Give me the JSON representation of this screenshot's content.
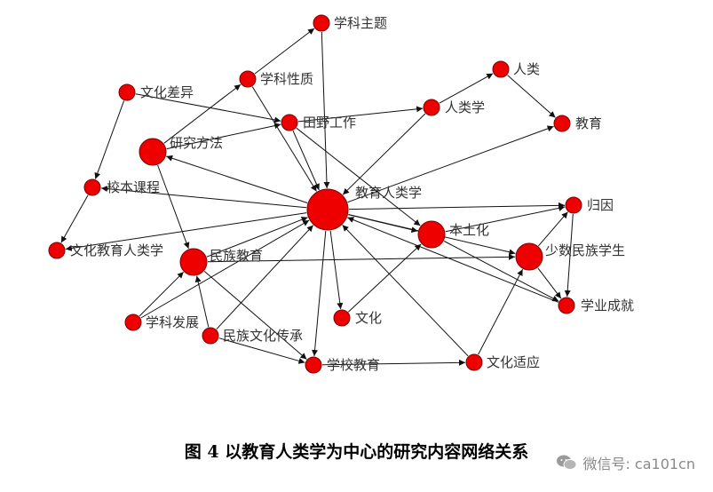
{
  "diagram": {
    "nodes": [
      {
        "id": "center",
        "label": "教育人类学",
        "size": "large"
      },
      {
        "id": "subject_topic",
        "label": "学科主题",
        "size": "small"
      },
      {
        "id": "subject_nature",
        "label": "学科性质",
        "size": "small"
      },
      {
        "id": "culture_diff",
        "label": "文化差异",
        "size": "small"
      },
      {
        "id": "field_work",
        "label": "田野工作",
        "size": "small"
      },
      {
        "id": "anthropology",
        "label": "人类学",
        "size": "small"
      },
      {
        "id": "human",
        "label": "人类",
        "size": "small"
      },
      {
        "id": "education",
        "label": "教育",
        "size": "small"
      },
      {
        "id": "research_method",
        "label": "研究方法",
        "size": "medium"
      },
      {
        "id": "school_curriculum",
        "label": "校本课程",
        "size": "small"
      },
      {
        "id": "attribution",
        "label": "归因",
        "size": "small"
      },
      {
        "id": "localization",
        "label": "本土化",
        "size": "medium"
      },
      {
        "id": "minority_students",
        "label": "少数民族学生",
        "size": "medium"
      },
      {
        "id": "culture_edu_anthro",
        "label": "文化教育人类学",
        "size": "small"
      },
      {
        "id": "ethnic_education",
        "label": "民族教育",
        "size": "medium"
      },
      {
        "id": "academic_achievement",
        "label": "学业成就",
        "size": "small"
      },
      {
        "id": "discipline_dev",
        "label": "学科发展",
        "size": "small"
      },
      {
        "id": "culture",
        "label": "文化",
        "size": "small"
      },
      {
        "id": "ethnic_culture_inherit",
        "label": "民族文化传承",
        "size": "small"
      },
      {
        "id": "school_education",
        "label": "学校教育",
        "size": "small"
      },
      {
        "id": "culture_adapt",
        "label": "文化适应",
        "size": "small"
      }
    ],
    "edges": [
      {
        "from": "subject_nature",
        "to": "subject_topic"
      },
      {
        "from": "subject_topic",
        "to": "center"
      },
      {
        "from": "subject_nature",
        "to": "center"
      },
      {
        "from": "research_method",
        "to": "subject_nature"
      },
      {
        "from": "culture_diff",
        "to": "field_work"
      },
      {
        "from": "culture_diff",
        "to": "school_curriculum"
      },
      {
        "from": "field_work",
        "to": "anthropology"
      },
      {
        "from": "field_work",
        "to": "center"
      },
      {
        "from": "research_method",
        "to": "field_work"
      },
      {
        "from": "field_work",
        "to": "localization"
      },
      {
        "from": "anthropology",
        "to": "human"
      },
      {
        "from": "anthropology",
        "to": "center"
      },
      {
        "from": "human",
        "to": "education"
      },
      {
        "from": "center",
        "to": "education"
      },
      {
        "from": "center",
        "to": "research_method"
      },
      {
        "from": "research_method",
        "to": "ethnic_education"
      },
      {
        "from": "center",
        "to": "school_curriculum"
      },
      {
        "from": "school_curriculum",
        "to": "culture_edu_anthro"
      },
      {
        "from": "center",
        "to": "attribution"
      },
      {
        "from": "center",
        "to": "localization"
      },
      {
        "from": "localization",
        "to": "attribution"
      },
      {
        "from": "localization",
        "to": "academic_achievement"
      },
      {
        "from": "center",
        "to": "minority_students"
      },
      {
        "from": "minority_students",
        "to": "attribution"
      },
      {
        "from": "attribution",
        "to": "academic_achievement"
      },
      {
        "from": "minority_students",
        "to": "academic_achievement"
      },
      {
        "from": "ethnic_education",
        "to": "minority_students"
      },
      {
        "from": "center",
        "to": "culture_edu_anthro"
      },
      {
        "from": "ethnic_education",
        "to": "center"
      },
      {
        "from": "discipline_dev",
        "to": "ethnic_education"
      },
      {
        "from": "discipline_dev",
        "to": "center"
      },
      {
        "from": "ethnic_culture_inherit",
        "to": "ethnic_education"
      },
      {
        "from": "ethnic_culture_inherit",
        "to": "center"
      },
      {
        "from": "ethnic_culture_inherit",
        "to": "school_education"
      },
      {
        "from": "ethnic_education",
        "to": "school_education"
      },
      {
        "from": "center",
        "to": "culture"
      },
      {
        "from": "culture",
        "to": "localization"
      },
      {
        "from": "center",
        "to": "school_education"
      },
      {
        "from": "school_education",
        "to": "culture_adapt"
      },
      {
        "from": "culture_adapt",
        "to": "center"
      },
      {
        "from": "culture_adapt",
        "to": "minority_students"
      },
      {
        "from": "academic_achievement",
        "to": "center"
      }
    ]
  },
  "caption": "图 4  以教育人类学为中心的研究内容网络关系",
  "watermark": "微信号: ca101cn",
  "colors": {
    "node": "#ee0000",
    "edge": "#111111",
    "label": "#333333"
  }
}
